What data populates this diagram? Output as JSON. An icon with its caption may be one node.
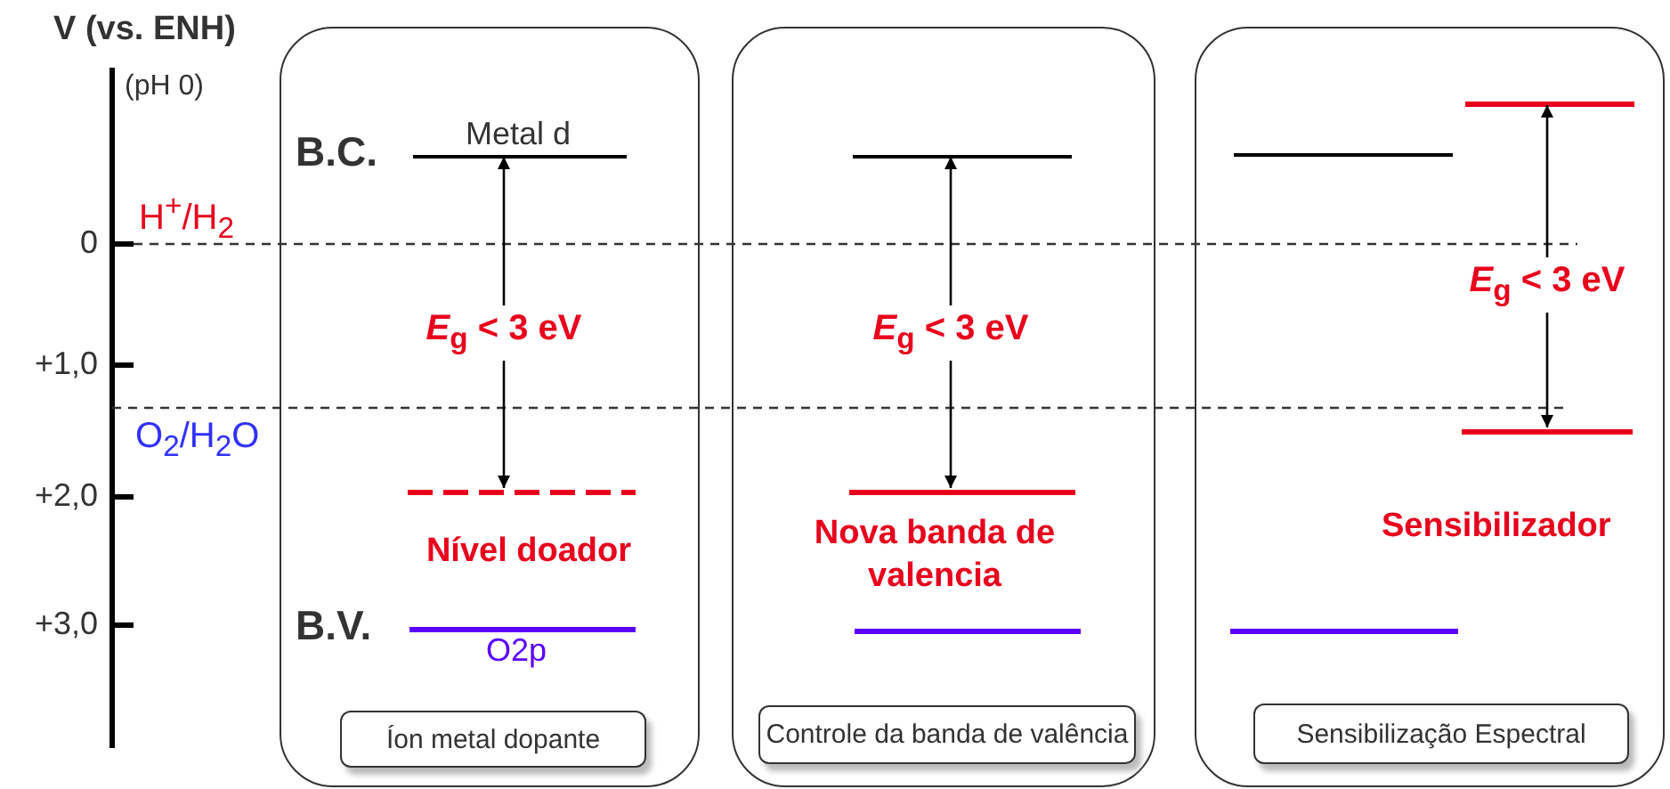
{
  "diagram": {
    "nodes": [
      {
        "text": [],
        "shape": "box"
      },
      {
        "text": [],
        "shape": "bar",
        "in": 0,
        "beside": [
          "Metal d"
        ]
      },
      {
        "text": [],
        "shape": "bar",
        "in": 0,
        "beside": [
          "Nível doador"
        ]
      },
      {
        "text": [],
        "shape": "bar",
        "in": 0
      },
      {
        "text": [
          "Íon metal dopante"
        ],
        "in": 0
      },
      {
        "text": [],
        "shape": "box"
      },
      {
        "text": [],
        "shape": "bar",
        "in": 5
      },
      {
        "text": [],
        "shape": "bar",
        "in": 5
      },
      {
        "text": [],
        "shape": "bar",
        "in": 5
      },
      {
        "text": [
          "Controle da banda de valência"
        ],
        "in": 5
      },
      {
        "text": [],
        "shape": "box"
      },
      {
        "text": [],
        "shape": "bar",
        "in": 10
      },
      {
        "text": [],
        "shape": "bar",
        "in": 10
      },
      {
        "text": [],
        "shape": "bar",
        "in": 10
      },
      {
        "text": [],
        "shape": "bar",
        "in": 10
      },
      {
        "text": [
          "Sensibilização Espectral"
        ],
        "in": 10
      }
    ],
    "edges": [
      {
        "from": 1,
        "to": 2,
        "arrow": "both",
        "label": "*E*$_{g}$ < 3 eV"
      },
      {
        "from": 6,
        "to": 7,
        "arrow": "both",
        "label": "*E*$_{g}$ < 3 eV"
      },
      {
        "from": 12,
        "to": 13,
        "arrow": "both",
        "label": "*E*$_{g}$ < 3 eV"
      }
    ],
    "labels": [
      "V (vs. ENH)",
      "(pH 0)",
      "0",
      "+1,0",
      "+2,0",
      "+3,0",
      "H$^{+}$/H$_{2}$",
      "O$_{2}$/H$_{2}$O",
      "B.C.",
      "B.V.",
      "Nova banda de valencia",
      "Sensibilizador",
      "O2p"
    ]
  }
}
